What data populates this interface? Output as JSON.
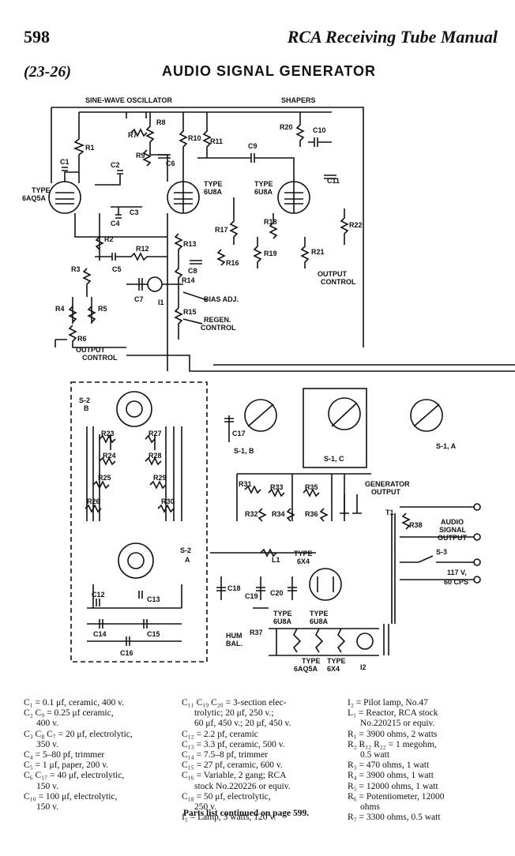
{
  "header": {
    "page_number": "598",
    "running_head": "RCA Receiving Tube Manual",
    "section_number": "(23-26)",
    "title": "AUDIO SIGNAL GENERATOR"
  },
  "schematic": {
    "section_labels": {
      "oscillator": "SINE-WAVE OSCILLATOR",
      "shapers": "SHAPERS"
    },
    "tube_labels": {
      "v1": [
        "TYPE",
        "6AQ5A"
      ],
      "v2": [
        "TYPE",
        "6U8A"
      ],
      "v3": [
        "TYPE",
        "6U8A"
      ],
      "rect": [
        "TYPE",
        "6X4"
      ],
      "heaters": [
        "TYPE",
        "6U8A",
        "TYPE",
        "6U8A"
      ],
      "heaters2": [
        "TYPE",
        "6AQ5A",
        "TYPE",
        "6X4"
      ]
    },
    "resistors": [
      "R1",
      "R2",
      "R3",
      "R4",
      "R5",
      "R6",
      "R7",
      "R8",
      "R9",
      "R10",
      "R11",
      "R12",
      "R13",
      "R14",
      "R15",
      "R16",
      "R17",
      "R18",
      "R19",
      "R20",
      "R21",
      "R22",
      "R23",
      "R24",
      "R25",
      "R26",
      "R27",
      "R28",
      "R29",
      "R30",
      "R31",
      "R32",
      "R33",
      "R34",
      "R35",
      "R36",
      "R37",
      "R38"
    ],
    "capacitors": [
      "C1",
      "C2",
      "C3",
      "C4",
      "C5",
      "C6",
      "C7",
      "C8",
      "C9",
      "C10",
      "C11",
      "C12",
      "C13",
      "C14",
      "C15",
      "C16",
      "C17",
      "C18",
      "C19",
      "C20"
    ],
    "misc_labels": {
      "i1": "I1",
      "i2": "I2",
      "l1": "L1",
      "t1": "T1",
      "bias": "BIAS ADJ.",
      "regen": [
        "REGEN.",
        "CONTROL"
      ],
      "output_control": [
        "OUTPUT",
        "CONTROL"
      ],
      "output_control2": [
        "OUTPUT",
        "CONTROL"
      ],
      "generator_output": [
        "GENERATOR",
        "OUTPUT"
      ],
      "audio_output": [
        "AUDIO",
        "SIGNAL",
        "OUTPUT"
      ],
      "s3": "S-3",
      "mains": [
        "117 V,",
        "60 CPS"
      ],
      "hum": [
        "HUM",
        "BAL."
      ],
      "s2a": [
        "S-2",
        "A"
      ],
      "s2b": [
        "S-2",
        "B"
      ],
      "s1a": "S-1, A",
      "s1b": "S-1, B",
      "s1c": "S-1, C"
    }
  },
  "parts_list": {
    "col1": [
      "C₁ = 0.1 μf, ceramic, 400 v.",
      "C₂ C₉ = 0.25 μf ceramic,",
      "400 v.",
      "C₃ C₈ C₇ = 20 μf, electrolytic,",
      "350 v.",
      "C₄ = 5–80 pf, trimmer",
      "C₅ = 1 μf, paper, 200 v.",
      "C₆ C₁₇ = 40 μf, electrolytic,",
      "150 v.",
      "C₁₀ = 100 μf, electrolytic,",
      "150 v."
    ],
    "col2": [
      "C₁₁ C₁₉ C₂₀ = 3-section elec-",
      "trolytic; 20 μf, 250 v.;",
      "60 μf, 450 v.; 20 μf, 450 v.",
      "C₁₂ = 2.2 pf, ceramic",
      "C₁₃ = 3.3 pf, ceramic, 500 v.",
      "C₁₄ = 7.5–8 pf, trimmer",
      "C₁₅ = 27 pf, ceramic, 600 v.",
      "C₁₆ = Variable, 2 gang; RCA",
      "stock No.220226 or equiv.",
      "C₁₈ = 50 μf, electrolytic,",
      "250 v.",
      "I₁ = Lamp, 3 watts, 120 v."
    ],
    "col3": [
      "I₂ = Pilot lamp, No.47",
      "L₁ = Reactor, RCA stock",
      "No.220215 or equiv.",
      "R₁ = 3900 ohms, 2 watts",
      "R₂ R₁₂ R₂₂ = 1 megohm,",
      "0.5 watt",
      "R₃ = 470 ohms, 1 watt",
      "R₄ = 3900 ohms, 1 watt",
      "R₅ = 12000 ohms, 1 watt",
      "R₆ = Potentiometer, 12000",
      "ohms",
      "R₇ = 3300 ohms, 0.5 watt"
    ],
    "footer": "Parts list continued on page 599."
  }
}
